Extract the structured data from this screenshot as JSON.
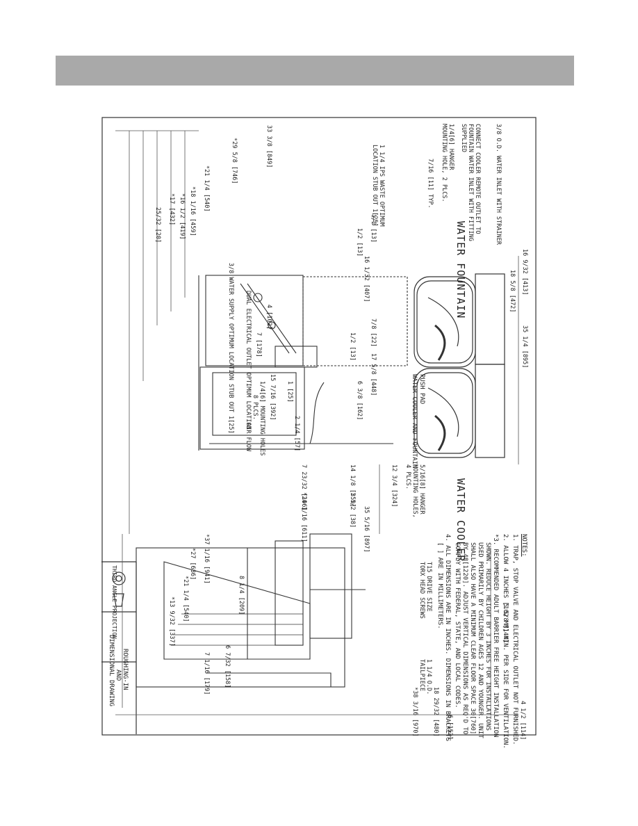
{
  "header": {
    "color": "#a9a9a9"
  },
  "drawing": {
    "notes_title": "NOTES:",
    "notes": [
      "1. TRAP, STOP VALVE AND ELECTRICAL OUTLET NOT FURNISHED.",
      "2. ALLOW 4 INCHES [102 MM] MIN. PER SIDE FOR VENTILATION.",
      "*3. RECOMMENDED ADULT BARRIER FREE HEIGHT INSTALLATION",
      "SHOWN. REDUCE HEIGHT BY 3 INCHES FOR INSTALLATIONS",
      "USED PRIMARILY BY CHILDREN AGES 12 AND YOUNGER. UNIT",
      "SHALL ALSO HAVE A MINIMUM CLEAR FLOOR SPACE 30[760]",
      "BY 48[1220]. ADJUST VERTICAL DIMENSIONS AS REQ'D TO",
      "COMPLY WITH FEDERAL, STATE, AND LOCAL CODES.",
      "4. ALL DIMENSIONS ARE IN INCHES. DIMENSIONS IN BRACKETS",
      "[ ] ARE IN MILLIMETERS."
    ],
    "label_water_fountain": "WATER FOUNTAIN",
    "label_water_cooler": "WATER COOLER",
    "label_push_pad": "PUSH PAD",
    "label_push_pad_2": "WATER COOLER AND FOUNTAIN",
    "label_inlet": "3/8 O.D. WATER INLET WITH STRAINER",
    "label_connect_1": "CONNECT COOLER REMOTE OUTLET TO",
    "label_connect_2": "FOUNTAIN WATER INLET WITH FITTING",
    "label_connect_3": "SUPPLIED",
    "label_hanger_1": "1/4[6] HANGER",
    "label_hanger_2": "MOUNTING HOLE, 2 PLCS.",
    "label_typ": "7/16 [11] TYP.",
    "label_waste_1": "1 1/4 IPS WASTE OPTIMUM",
    "label_waste_2": "LOCATION STUB OUT 1[25]",
    "label_dual_1": "DUAL ELECTRICAL OUTLET OPTIMUM LOCATION",
    "label_supply": "3/8 WATER SUPPLY OPTIMUM LOCATION STUB OUT 1[25]",
    "label_mount8_1": "1/4[6] MOUNTING HOLES",
    "label_mount8_2": "8 PLCS.",
    "label_hanger4_1": "5/16[8] HANGER",
    "label_hanger4_2": "MOUNTING HOLES,",
    "label_hanger4_3": "4 PLCS.",
    "label_torx_1": "T15 DRIVE SIZE",
    "label_torx_2": "TORX HEAD SCREWS",
    "label_tailpiece_1": "1 1/4 O.D.",
    "label_tailpiece_2": "TAILPIECE",
    "label_air_flow": "AIR FLOW",
    "title_1": "ROUGHING-IN",
    "title_2": "AND",
    "title_3": "DIMENSIONAL DRAWING",
    "projection": "THIRD ANGLE PROJECTION",
    "dims": {
      "d_413": "16 9/32 [413]",
      "d_472": "18 5/8 [472]",
      "d_895": "35 1/4 [895]",
      "d_448": "17 5/8 [448]",
      "d_162": "6 3/8 [162]",
      "d_324": "12 3/4 [324]",
      "d_144": "5 5/8 [144]",
      "d_114": "4 1/2 [114]",
      "d_849": "33 3/8 [849]",
      "d_746": "*29 5/8 [746]",
      "d_540": "*21 1/4 [540]",
      "d_459": "*18 1/16 [459]",
      "d_432": "*17 [432]",
      "d_419": "*16 1/2 [419]",
      "d_20": "25/32 [20]",
      "d_13a": "1/2 [13]",
      "d_13b": "1/2 [13]",
      "d_407": "16 1/32 [407]",
      "d_22": "7/8 [22]",
      "d_13c": "1/2 [13]",
      "d_102": "4 [102]",
      "d_178": "7 [178]",
      "d_25": "1 [25]",
      "d_392": "15 7/16 [392]",
      "d_57": "2 1/4 [57]",
      "d_196": "7 23/32 [196]",
      "d_359": "14 1/8 [359]",
      "d_611": "*24 1/16 [611]",
      "d_38": "1 1/2 [38]",
      "d_897": "35 5/16 [897]",
      "d_941": "*37 1/16 [941]",
      "d_686": "*27 [686]",
      "d_540b": "*21 1/4 [540]",
      "d_337": "*13 9/32 [337]",
      "d_209": "8 1/4 [209]",
      "d_158": "6 7/32 [158]",
      "d_179": "7 1/16 [179]",
      "d_152": "6 [152]",
      "d_480": "18 29/32 [480]",
      "d_970": "*38 3/16 [970]"
    }
  }
}
